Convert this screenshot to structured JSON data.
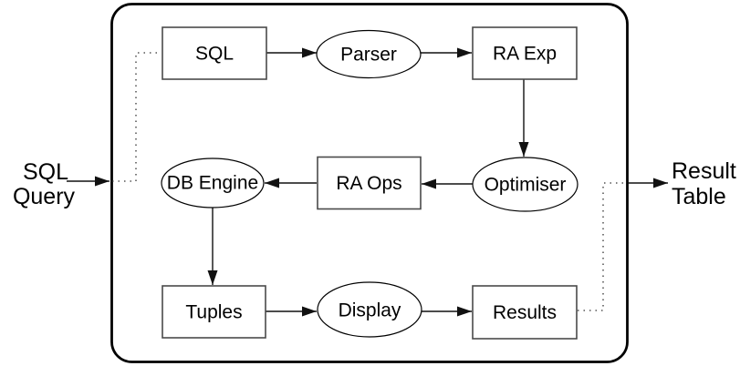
{
  "diagram": {
    "description": "Database query processing pipeline",
    "input_label": {
      "line1": "SQL",
      "line2": "Query"
    },
    "output_label": {
      "line1": "Result",
      "line2": "Table"
    },
    "nodes": {
      "sql": {
        "label": "SQL",
        "shape": "rect"
      },
      "parser": {
        "label": "Parser",
        "shape": "ellipse"
      },
      "ra_exp": {
        "label": "RA Exp",
        "shape": "rect"
      },
      "optimiser": {
        "label": "Optimiser",
        "shape": "ellipse"
      },
      "ra_ops": {
        "label": "RA Ops",
        "shape": "rect"
      },
      "db_engine": {
        "label": "DB Engine",
        "shape": "ellipse"
      },
      "tuples": {
        "label": "Tuples",
        "shape": "rect"
      },
      "display": {
        "label": "Display",
        "shape": "ellipse"
      },
      "results": {
        "label": "Results",
        "shape": "rect"
      }
    },
    "edges": [
      {
        "from": "SQL Query",
        "to": "SQL",
        "style": "dotted"
      },
      {
        "from": "SQL",
        "to": "Parser",
        "style": "solid"
      },
      {
        "from": "Parser",
        "to": "RA Exp",
        "style": "solid"
      },
      {
        "from": "RA Exp",
        "to": "Optimiser",
        "style": "solid"
      },
      {
        "from": "Optimiser",
        "to": "RA Ops",
        "style": "solid"
      },
      {
        "from": "RA Ops",
        "to": "DB Engine",
        "style": "solid"
      },
      {
        "from": "DB Engine",
        "to": "Tuples",
        "style": "solid"
      },
      {
        "from": "Tuples",
        "to": "Display",
        "style": "solid"
      },
      {
        "from": "Display",
        "to": "Results",
        "style": "solid"
      },
      {
        "from": "Results",
        "to": "Result Table",
        "style": "dotted"
      }
    ],
    "colors": {
      "line": "#000000",
      "rect_border": "#4a4a4a",
      "background": "#ffffff"
    }
  }
}
